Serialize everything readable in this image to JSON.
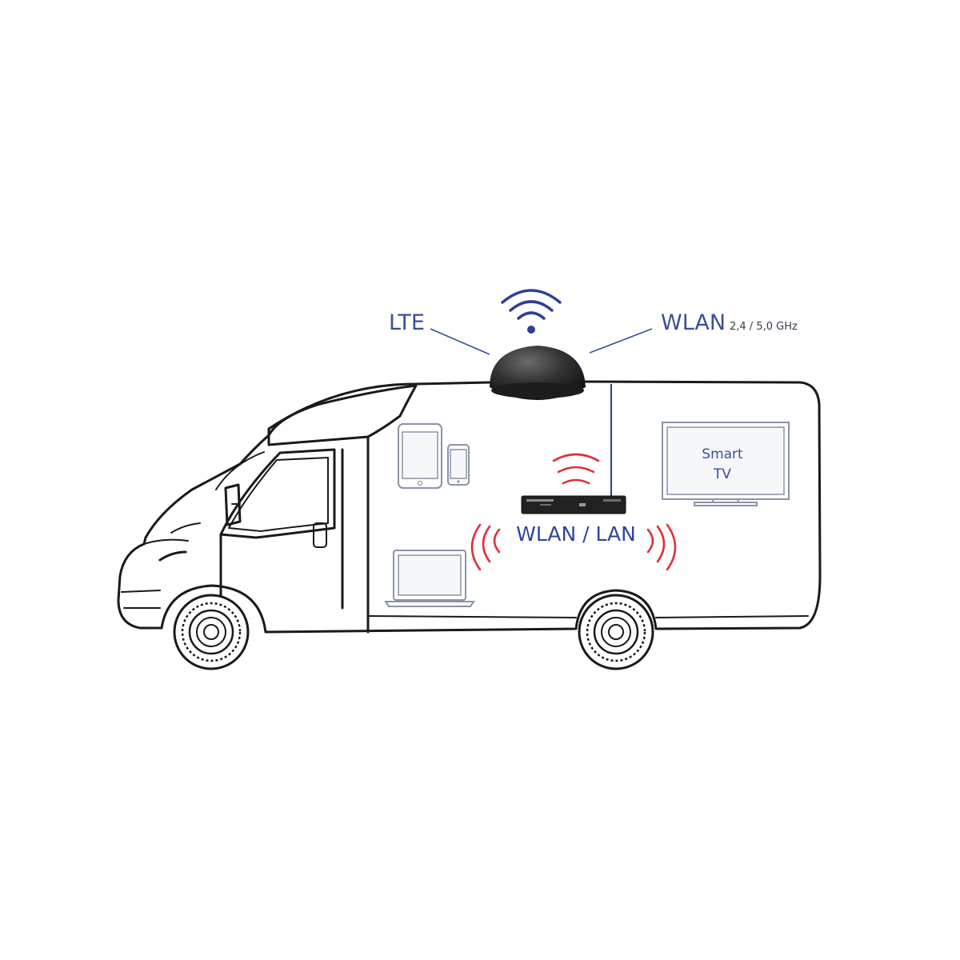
{
  "labels": {
    "lte": "LTE",
    "wlan": "WLAN",
    "wlan_bands": "2,4 / 5,0 GHz",
    "tv_line1": "Smart",
    "tv_line2": "TV",
    "router_network": "WLAN / LAN"
  },
  "colors": {
    "accent_blue": "#3a4f9a",
    "signal_red": "#e0303a",
    "outline": "#1a1a1a",
    "antenna_dome": "#2a2a2a"
  },
  "icons": [
    "wifi-signal-icon",
    "antenna-dome-icon",
    "tablet-icon",
    "phone-icon",
    "laptop-icon",
    "smart-tv-icon",
    "router-icon"
  ]
}
